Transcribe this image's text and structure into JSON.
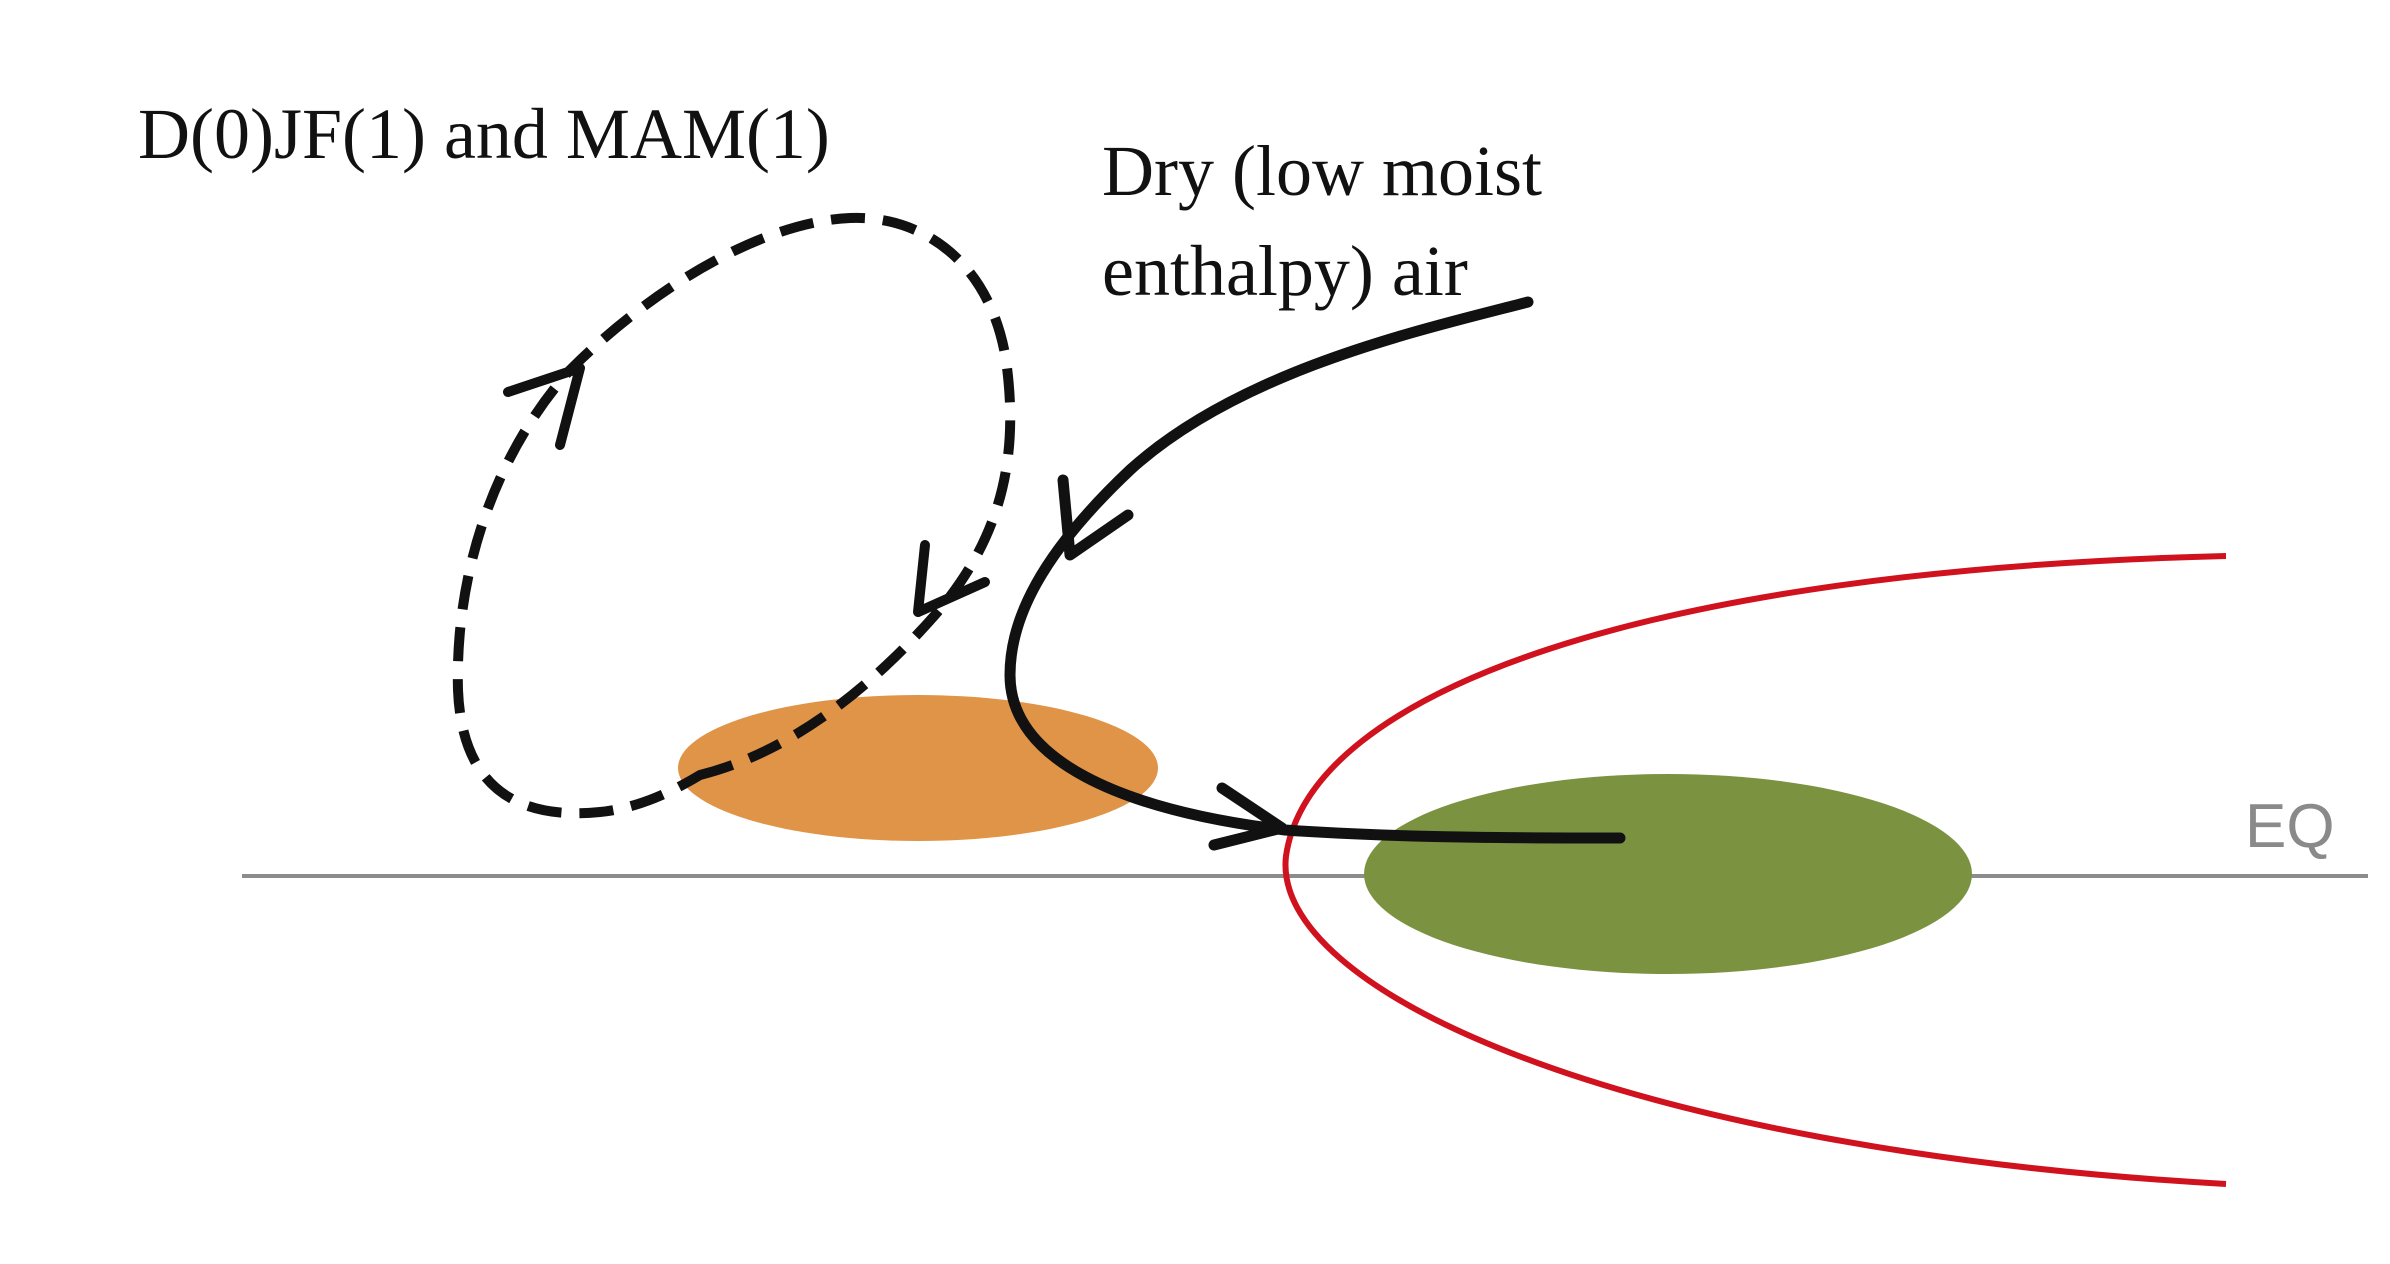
{
  "labels": {
    "season": "D(0)JF(1) and MAM(1)",
    "dry_air_line1": "Dry (low moist",
    "dry_air_line2": "enthalpy) air",
    "equator": "EQ"
  },
  "colors": {
    "background": "#ffffff",
    "equator_line": "#8c8c8c",
    "equator_text": "#8a8a8a",
    "orange_anomaly": "#e09447",
    "green_anomaly": "#7b9341",
    "kelvin_rossby_curve": "#d0121e",
    "circulation": "#111111"
  }
}
